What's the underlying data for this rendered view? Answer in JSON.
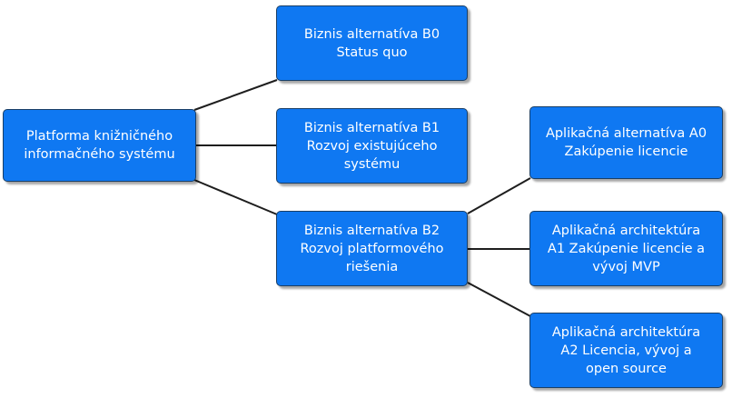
{
  "colors": {
    "node_fill": "#0f78f2",
    "connector": "#1e1e1e"
  },
  "nodes": {
    "root": {
      "line1": "Platforma knižničného",
      "line2": "informačného systému"
    },
    "b0": {
      "line1": "Biznis alternatíva B0",
      "line2": "Status quo"
    },
    "b1": {
      "line1": "Biznis alternatíva B1",
      "line2": "Rozvoj existujúceho",
      "line3": "systému"
    },
    "b2": {
      "line1": "Biznis alternatíva B2",
      "line2": "Rozvoj platformového",
      "line3": "riešenia"
    },
    "a0": {
      "line1": "Aplikačná alternatíva A0",
      "line2": "Zakúpenie licencie"
    },
    "a1": {
      "line1": "Aplikačná architektúra",
      "line2": "A1 Zakúpenie licencie a",
      "line3": "vývoj MVP"
    },
    "a2": {
      "line1": "Aplikačná architektúra",
      "line2": "A2 Licencia, vývoj a",
      "line3": "open source"
    }
  }
}
